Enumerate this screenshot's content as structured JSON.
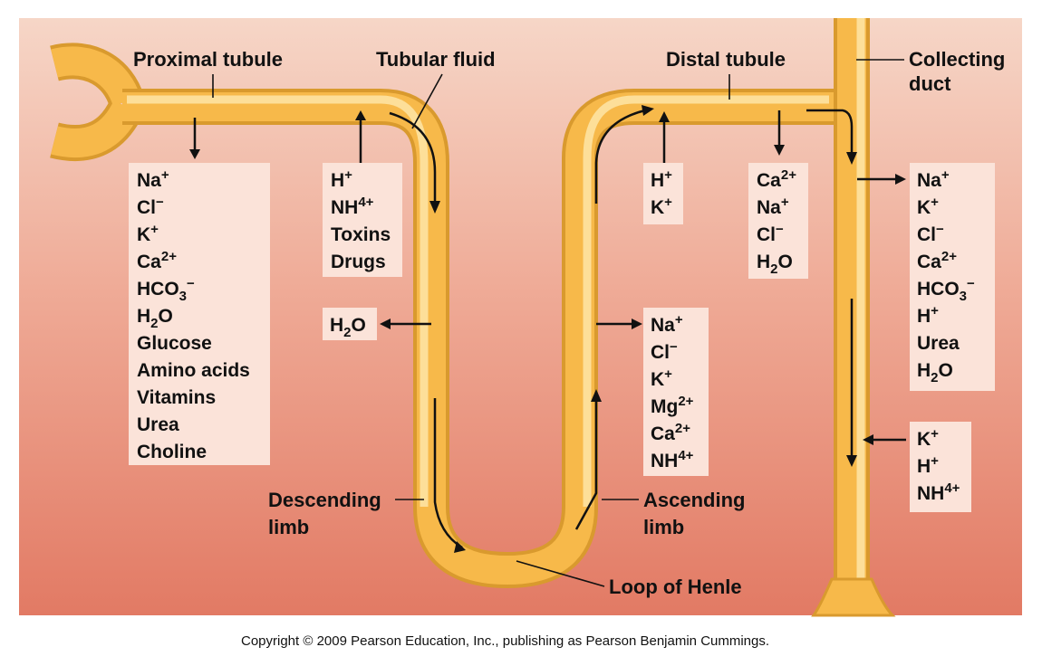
{
  "labels": {
    "proximal": "Proximal tubule",
    "tubular_fluid": "Tubular fluid",
    "distal": "Distal tubule",
    "collecting_1": "Collecting",
    "collecting_2": "duct",
    "descending_1": "Descending",
    "descending_2": "limb",
    "ascending_1": "Ascending",
    "ascending_2": "limb",
    "loop": "Loop of Henle"
  },
  "boxes": {
    "proximal_reabsorb": [
      "Na+",
      "Cl−",
      "K+",
      "Ca2+",
      "HCO3−",
      "H2O",
      "Glucose",
      "Amino acids",
      "Vitamins",
      "Urea",
      "Choline"
    ],
    "proximal_secrete": [
      "H+",
      "NH4+",
      "Toxins",
      "Drugs"
    ],
    "descending_out": [
      "H2O"
    ],
    "ascending_out": [
      "Na+",
      "Cl−",
      "K+",
      "Mg2+",
      "Ca2+",
      "NH4+"
    ],
    "distal_secrete": [
      "H+",
      "K+"
    ],
    "distal_reabsorb": [
      "Ca2+",
      "Na+",
      "Cl−",
      "H2O"
    ],
    "collecting_reabsorb": [
      "Na+",
      "K+",
      "Cl−",
      "Ca2+",
      "HCO3−",
      "H+",
      "Urea",
      "H2O"
    ],
    "collecting_secrete": [
      "K+",
      "H+",
      "NH4+"
    ]
  },
  "copyright": "Copyright © 2009 Pearson Education, Inc., publishing as Pearson Benjamin Cummings.",
  "colors": {
    "background_top": "#f5d2c2",
    "background_bottom": "#e27a64",
    "tube": "#f7b94a",
    "box": "#fbe3d9"
  }
}
